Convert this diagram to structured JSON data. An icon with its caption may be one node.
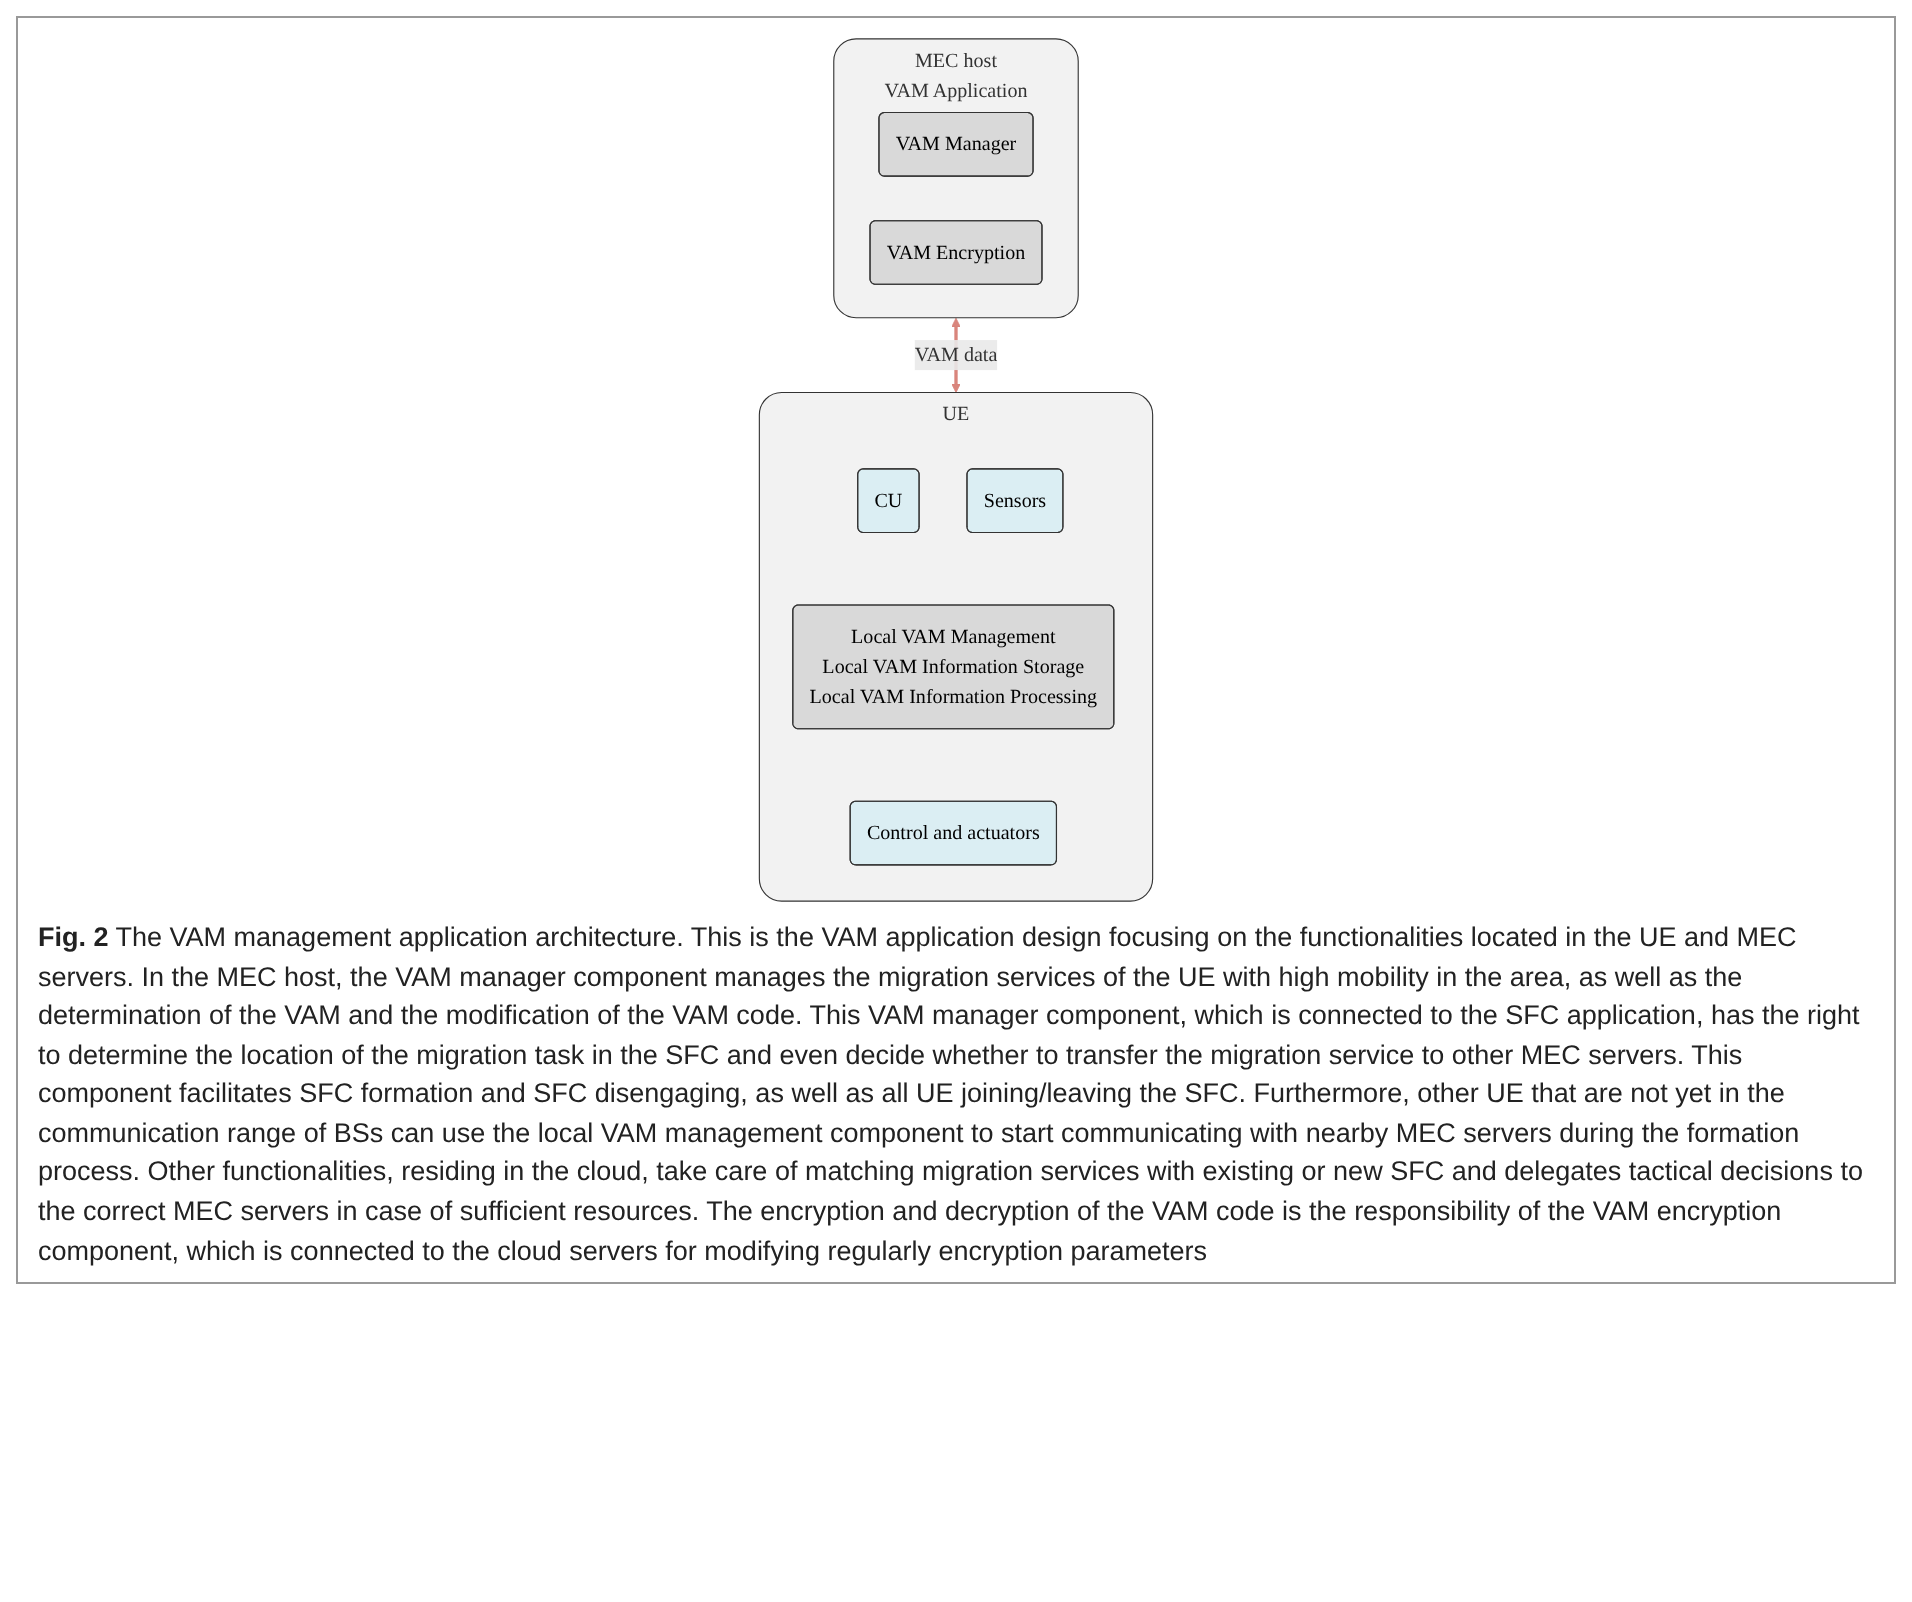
{
  "diagram": {
    "nodes": [
      {
        "text": [
          "MEC host",
          "VAM Application"
        ]
      },
      {
        "text": [
          "VAM Manager"
        ],
        "in": 0
      },
      {
        "text": [
          "VAM Encryption"
        ],
        "in": 0
      },
      {
        "text": [
          "UE"
        ]
      },
      {
        "text": [
          "CU"
        ],
        "in": 3
      },
      {
        "text": [
          "Sensors"
        ],
        "in": 3
      },
      {
        "text": [
          "Local VAM Management",
          "Local VAM Information Storage",
          "Local VAM Information Processing"
        ],
        "in": 3
      },
      {
        "text": [
          "Control and actuators"
        ],
        "in": 3
      }
    ],
    "edges": [
      {
        "from": 0,
        "to": 3,
        "arrow": "both",
        "label": "VAM data",
        "color": "#d9857c"
      }
    ],
    "caption": "**Fig. 2** The VAM management application architecture. This is the VAM application design focusing on the functionalities located in the UE and MEC servers. In the MEC host, the VAM manager component manages the migration services of the UE with high mobility in the area, as well as the determination of the VAM and the modification of the VAM code. This VAM manager component, which is connected to the SFC application, has the right to determine the location of the migration task in the SFC and even decide whether to transfer the migration service to other MEC servers. This component facilitates SFC formation and SFC disengaging, as well as all UE joining/leaving the SFC. Furthermore, other UE that are not yet in the communication range of BSs can use the local VAM management component to start communicating with nearby MEC servers during the formation process. Other functionalities, residing in the cloud, take care of matching migration services with existing or new SFC and delegates tactical decisions to the correct MEC servers in case of sufficient resources. The encryption and decryption of the VAM code is the responsibility of the VAM encryption component, which is connected to the cloud servers for modifying regularly encryption parameters"
  }
}
